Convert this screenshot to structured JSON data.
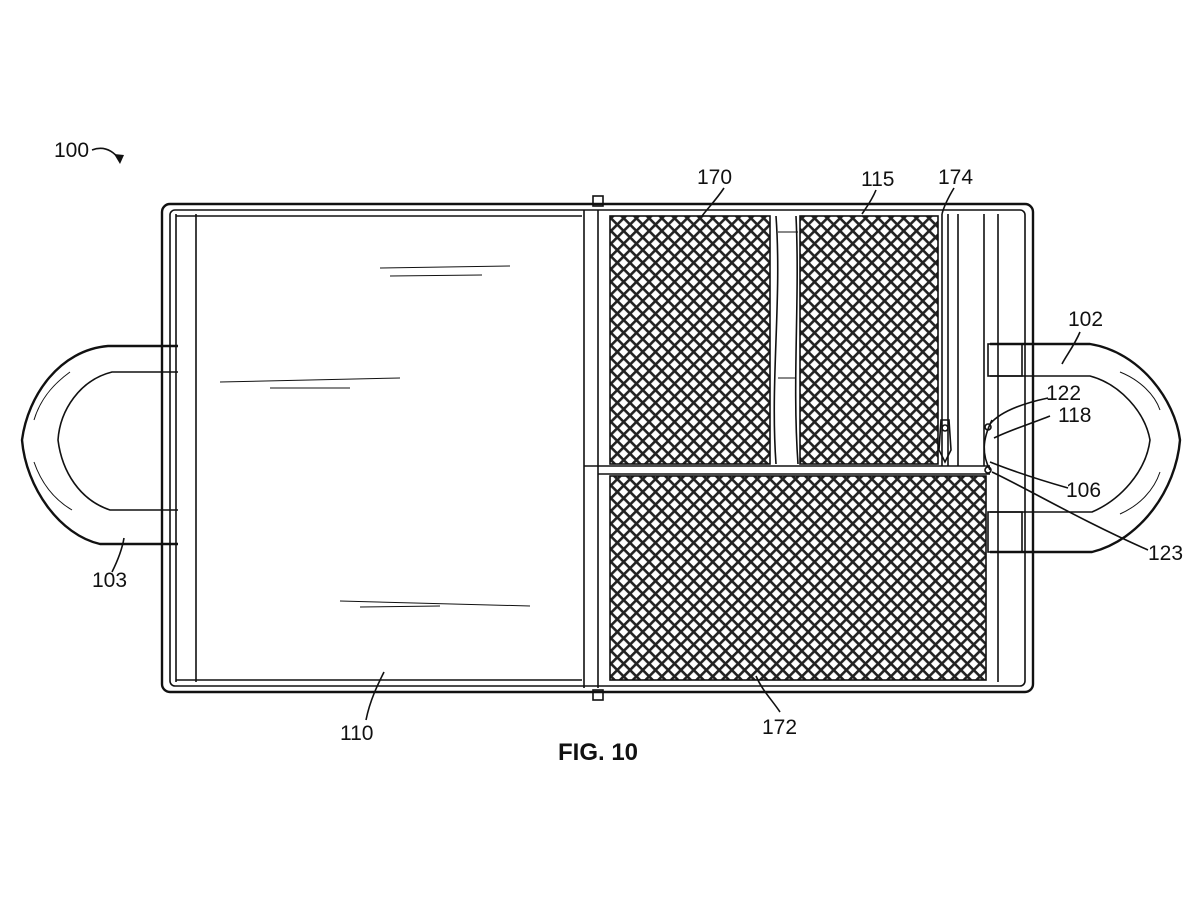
{
  "figure": {
    "caption": "FIG. 10",
    "labels": {
      "ref_100": "100",
      "ref_170": "170",
      "ref_115": "115",
      "ref_174": "174",
      "ref_102": "102",
      "ref_122": "122",
      "ref_118": "118",
      "ref_106": "106",
      "ref_123": "123",
      "ref_103": "103",
      "ref_110": "110",
      "ref_172": "172"
    }
  }
}
